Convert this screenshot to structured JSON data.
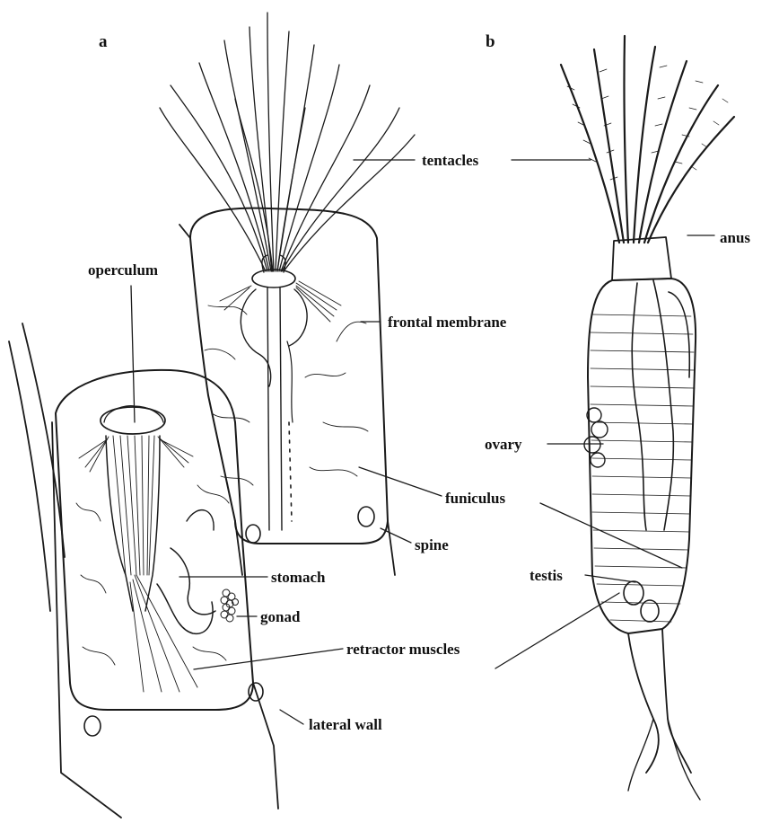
{
  "panels": {
    "a": "a",
    "b": "b"
  },
  "labels": {
    "tentacles": "tentacles",
    "anus": "anus",
    "operculum": "operculum",
    "frontal_membrane": "frontal membrane",
    "ovary": "ovary",
    "funiculus": "funiculus",
    "spine": "spine",
    "testis": "testis",
    "stomach": "stomach",
    "gonad": "gonad",
    "retractor_muscles": "retractor muscles",
    "lateral_wall": "lateral wall"
  }
}
